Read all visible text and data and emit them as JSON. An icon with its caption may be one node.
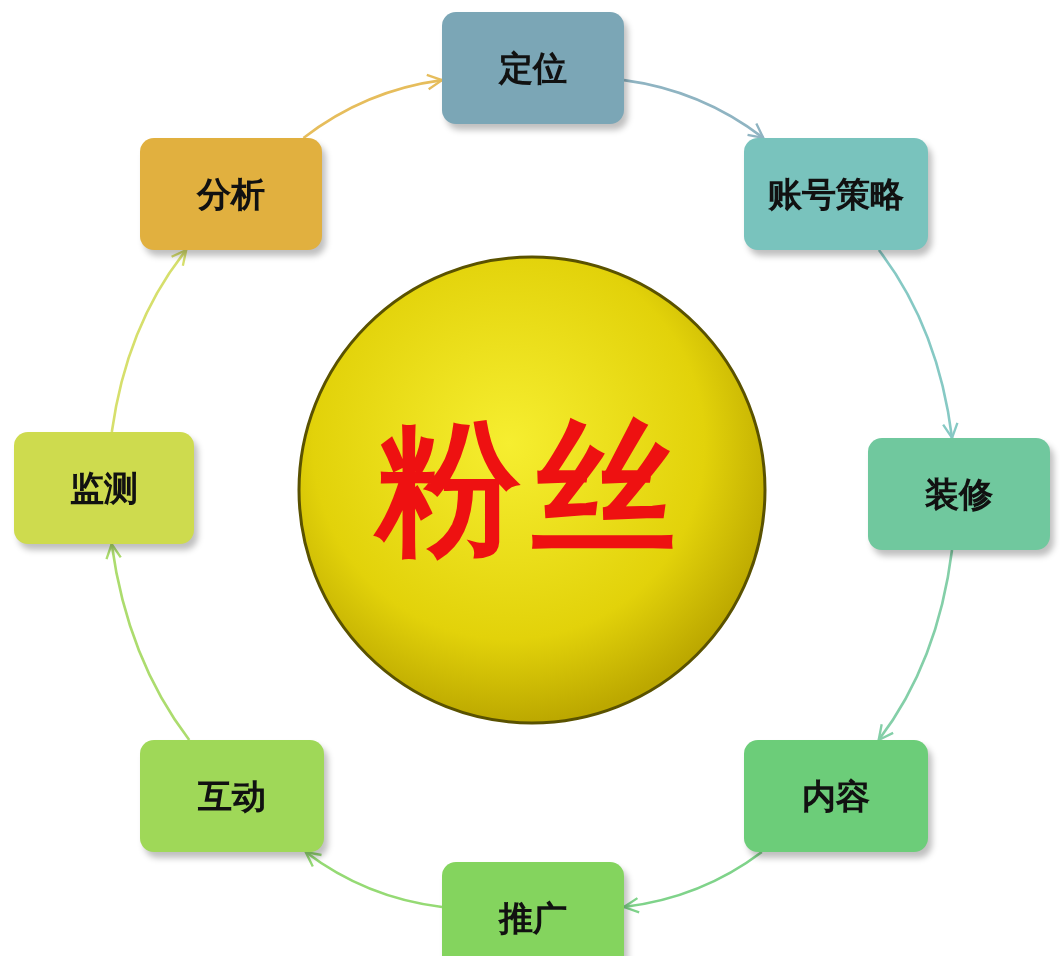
{
  "diagram": {
    "nodes": [
      {
        "text": [
          "粉丝"
        ]
      },
      {
        "text": [
          "定位"
        ]
      },
      {
        "text": [
          "账号策略"
        ]
      },
      {
        "text": [
          "装修"
        ]
      },
      {
        "text": [
          "内容"
        ]
      },
      {
        "text": [
          "推广"
        ]
      },
      {
        "text": [
          "互动"
        ]
      },
      {
        "text": [
          "监测"
        ]
      },
      {
        "text": [
          "分析"
        ]
      }
    ],
    "edges": [
      {
        "from": 1,
        "to": 2,
        "arrow": "to",
        "color": "#8fb4c2"
      },
      {
        "from": 2,
        "to": 3,
        "arrow": "to",
        "color": "#86c9c4"
      },
      {
        "from": 3,
        "to": 4,
        "arrow": "to",
        "color": "#84cfa8"
      },
      {
        "from": 4,
        "to": 5,
        "arrow": "to",
        "color": "#7fd38a"
      },
      {
        "from": 5,
        "to": 6,
        "arrow": "to",
        "color": "#95da74"
      },
      {
        "from": 6,
        "to": 7,
        "arrow": "to",
        "color": "#acdc6e"
      },
      {
        "from": 7,
        "to": 8,
        "arrow": "to",
        "color": "#d6df6c"
      },
      {
        "from": 8,
        "to": 1,
        "arrow": "to",
        "color": "#e6bd5c"
      }
    ]
  }
}
